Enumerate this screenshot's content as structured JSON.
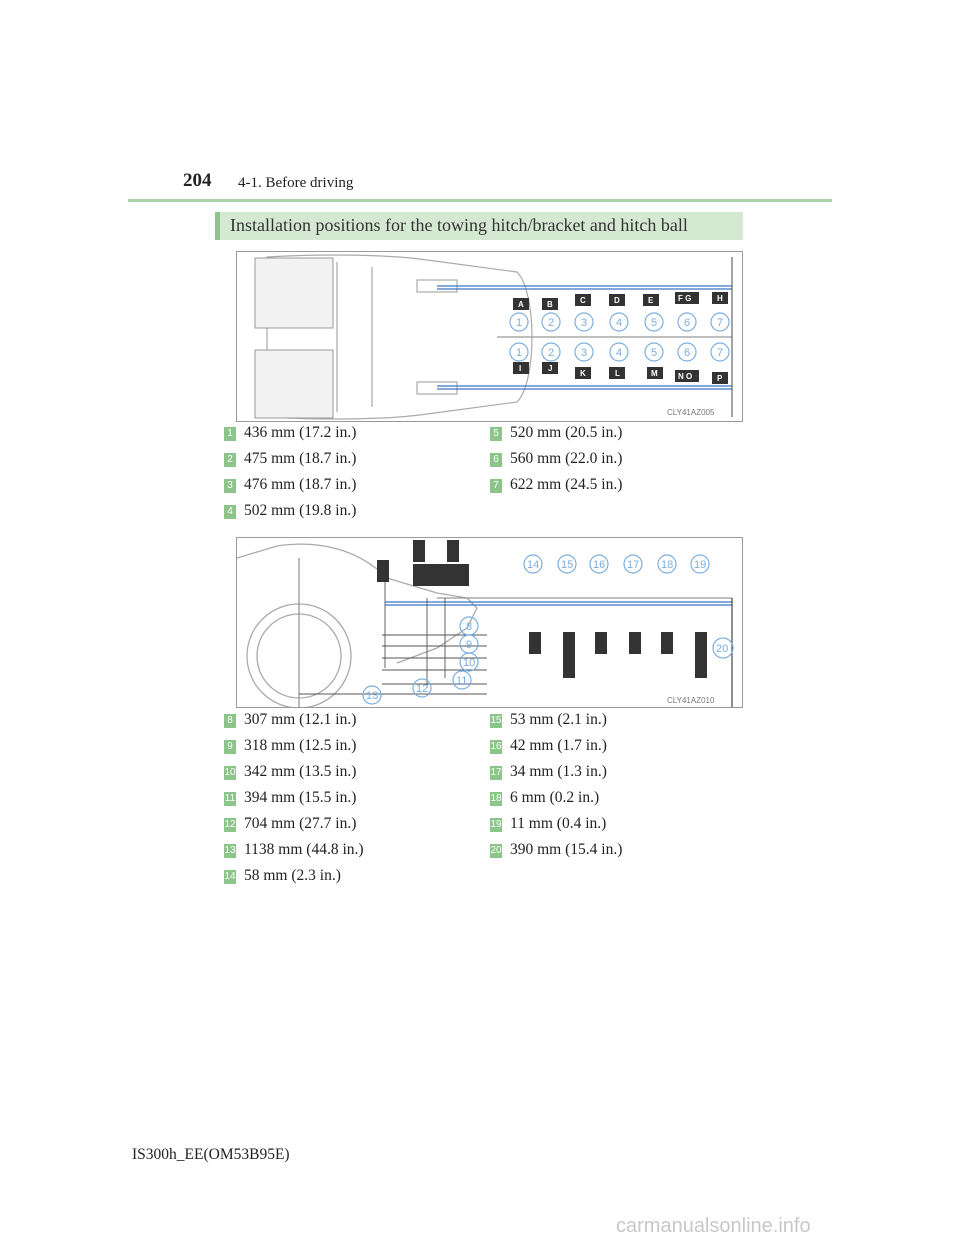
{
  "header": {
    "page_number": "204",
    "section": "4-1. Before driving"
  },
  "section_title": "Installation positions for the towing hitch/bracket and hitch ball",
  "figure1": {
    "code": "CLY41AZ005",
    "callouts": [
      "A",
      "B",
      "C",
      "D",
      "E",
      "F",
      "G",
      "H",
      "I",
      "J",
      "K",
      "L",
      "M",
      "N",
      "O",
      "P"
    ],
    "markers": [
      "1",
      "2",
      "3",
      "4",
      "5",
      "6",
      "7"
    ]
  },
  "measurements_1": {
    "left": [
      {
        "n": "1",
        "text": "436 mm (17.2 in.)"
      },
      {
        "n": "2",
        "text": "475 mm (18.7 in.)"
      },
      {
        "n": "3",
        "text": "476 mm (18.7 in.)"
      },
      {
        "n": "4",
        "text": "502 mm (19.8 in.)"
      }
    ],
    "right": [
      {
        "n": "5",
        "text": "520 mm (20.5 in.)"
      },
      {
        "n": "6",
        "text": "560 mm (22.0 in.)"
      },
      {
        "n": "7",
        "text": "622 mm (24.5 in.)"
      }
    ]
  },
  "figure2": {
    "code": "CLY41AZ010",
    "markers": [
      "8",
      "9",
      "10",
      "11",
      "12",
      "13",
      "14",
      "15",
      "16",
      "17",
      "18",
      "19",
      "20"
    ]
  },
  "measurements_2": {
    "left": [
      {
        "n": "8",
        "text": "307 mm (12.1 in.)"
      },
      {
        "n": "9",
        "text": "318 mm (12.5 in.)"
      },
      {
        "n": "10",
        "text": "342 mm (13.5 in.)"
      },
      {
        "n": "11",
        "text": "394 mm (15.5 in.)"
      },
      {
        "n": "12",
        "text": "704 mm (27.7 in.)"
      },
      {
        "n": "13",
        "text": "1138 mm (44.8 in.)"
      },
      {
        "n": "14",
        "text": "58 mm (2.3 in.)"
      }
    ],
    "right": [
      {
        "n": "15",
        "text": "53 mm (2.1 in.)"
      },
      {
        "n": "16",
        "text": "42 mm (1.7 in.)"
      },
      {
        "n": "17",
        "text": "34 mm (1.3 in.)"
      },
      {
        "n": "18",
        "text": "6 mm (0.2 in.)"
      },
      {
        "n": "19",
        "text": "11 mm (0.4 in.)"
      },
      {
        "n": "20",
        "text": "390 mm (15.4 in.)"
      }
    ]
  },
  "footer": "IS300h_EE(OM53B95E)",
  "watermark": "carmanualsonline.info",
  "colors": {
    "accent": "#8cc48a",
    "title_bar": "#d5e9d2",
    "rule": "#a9d4a8",
    "diagram_blue": "#3a78c8"
  }
}
